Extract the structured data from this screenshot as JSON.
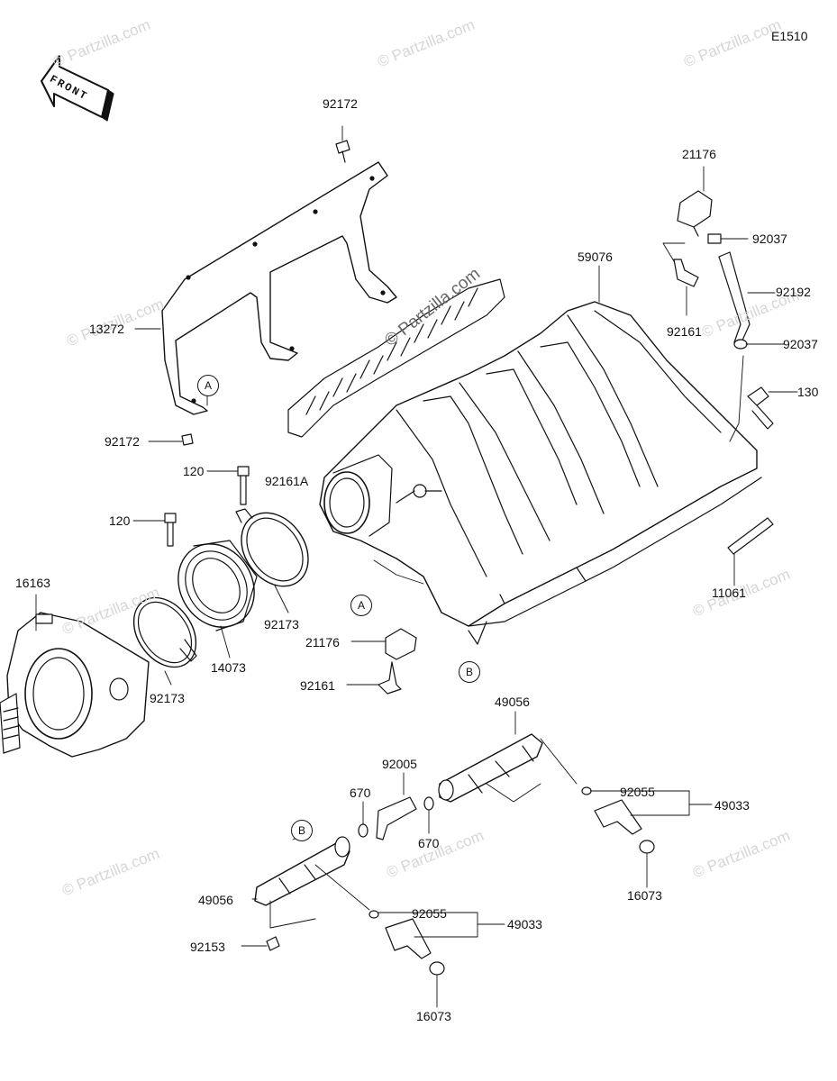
{
  "diagram_code": "E1510",
  "front_label": "FRONT",
  "watermark_text": "© Partzilla.com",
  "center_watermark": "© Partzilla.com",
  "ref_a": "A",
  "ref_b": "B",
  "labels": {
    "p92172_top": "92172",
    "p13272": "13272",
    "p92172_bot": "92172",
    "p92161A": "92161A",
    "p120_a": "120",
    "p120_b": "120",
    "p16163": "16163",
    "p92173_a": "92173",
    "p92173_b": "92173",
    "p14073": "14073",
    "p21176_top": "21176",
    "p92037_a": "92037",
    "p92192": "92192",
    "p92161_top": "92161",
    "p92037_b": "92037",
    "p130": "130",
    "p59076": "59076",
    "p11061": "11061",
    "p21176_mid": "21176",
    "p92161_mid": "92161",
    "p49056_top": "49056",
    "p92005": "92005",
    "p670_a": "670",
    "p670_b": "670",
    "p92055_a": "92055",
    "p49033_a": "49033",
    "p16073_a": "16073",
    "p49056_bot": "49056",
    "p92055_b": "92055",
    "p49033_b": "49033",
    "p92153": "92153",
    "p16073_b": "16073"
  }
}
